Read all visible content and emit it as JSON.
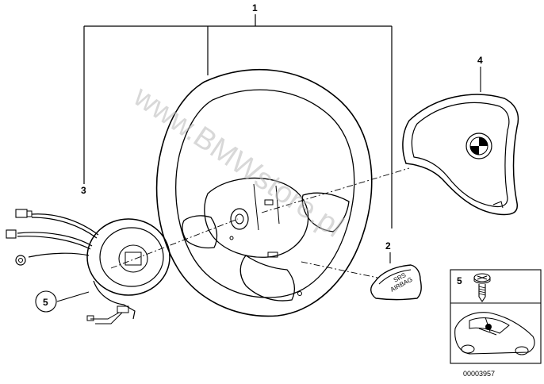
{
  "callouts": {
    "steering_wheel": "1",
    "cover_trim": "2",
    "slip_ring": "3",
    "airbag_module": "4",
    "screw": "5",
    "screw_inset": "5"
  },
  "trim_text": {
    "line1": "SRS",
    "line2": "AIRBAG"
  },
  "watermark": "www.BMWstore.pl",
  "diagram_number": "00003957",
  "colors": {
    "line": "#000000",
    "watermark": "#b8b8b8",
    "background": "#ffffff"
  }
}
